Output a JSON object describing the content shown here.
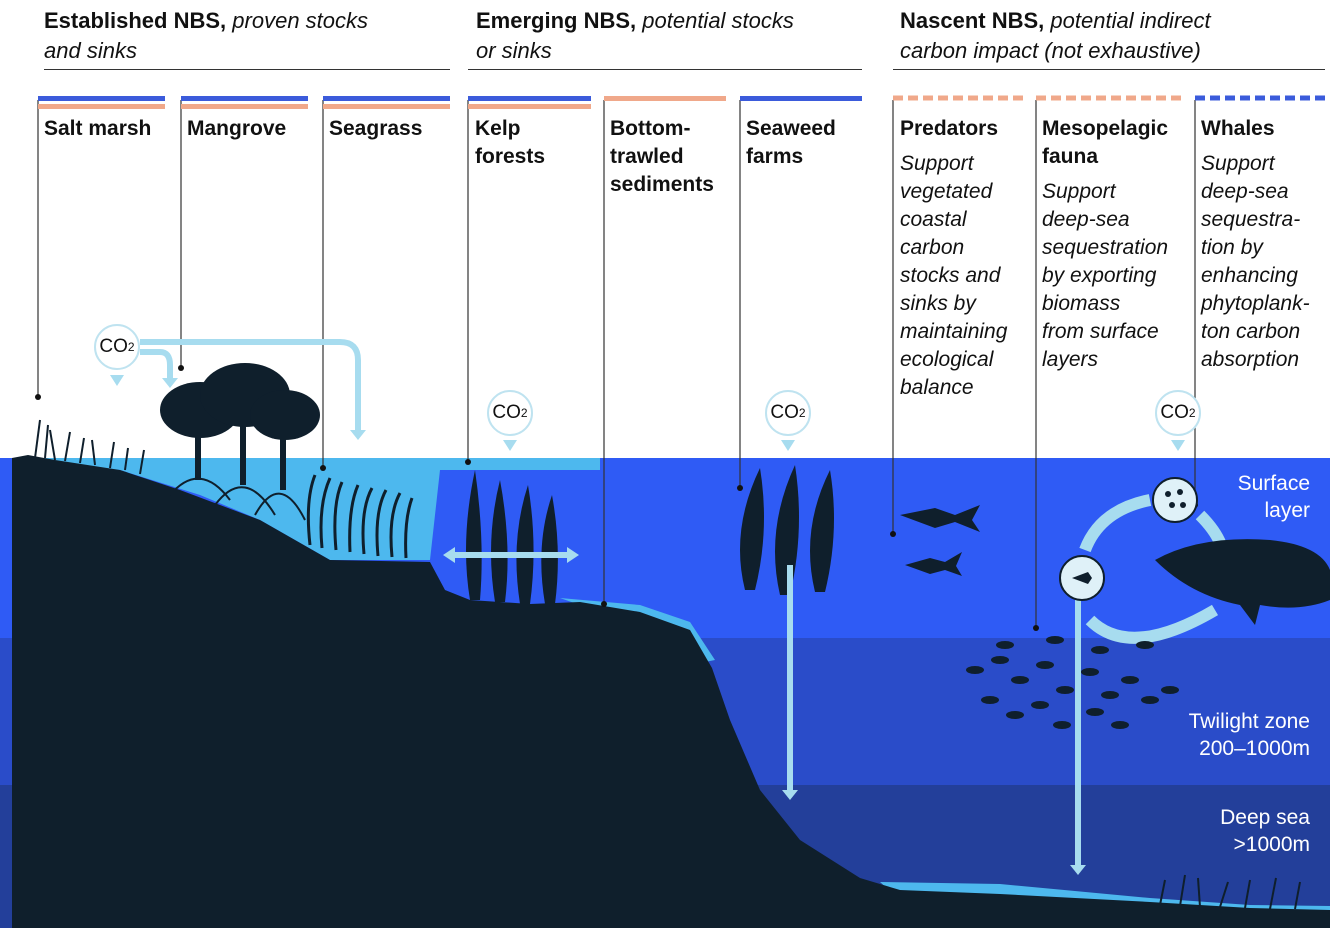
{
  "groups": [
    {
      "bold": "Established NBS,",
      "italic": "proven stocks",
      "italic2": "and sinks"
    },
    {
      "bold": "Emerging NBS,",
      "italic": "potential stocks",
      "italic2": "or sinks"
    },
    {
      "bold": "Nascent NBS,",
      "italic": "potential indirect",
      "italic2": "carbon impact (not exhaustive)"
    }
  ],
  "columns": [
    {
      "title": [
        "Salt marsh"
      ]
    },
    {
      "title": [
        "Mangrove"
      ]
    },
    {
      "title": [
        "Seagrass"
      ]
    },
    {
      "title": [
        "Kelp",
        "forests"
      ]
    },
    {
      "title": [
        "Bottom-",
        "trawled",
        "sediments"
      ]
    },
    {
      "title": [
        "Seaweed",
        "farms"
      ]
    },
    {
      "title": [
        "Predators"
      ],
      "desc": [
        "Support",
        "vegetated",
        "coastal",
        "carbon",
        "stocks and",
        "sinks by",
        "maintaining",
        "ecological",
        "balance"
      ]
    },
    {
      "title": [
        "Mesopelagic",
        "fauna"
      ],
      "desc": [
        "Support",
        "deep-sea",
        "sequestration",
        "by exporting",
        "biomass",
        "from surface",
        "layers"
      ]
    },
    {
      "title": [
        "Whales"
      ],
      "desc": [
        "Support",
        "deep-sea",
        "sequestra-",
        "tion by",
        "enhancing",
        "phytoplank-",
        "ton carbon",
        "absorption"
      ]
    }
  ],
  "zones": [
    {
      "line1": "Surface",
      "line2": "layer"
    },
    {
      "line1": "Twilight zone",
      "line2": "200–1000m"
    },
    {
      "line1": "Deep sea",
      "line2": ">1000m"
    }
  ],
  "co2": {
    "main": "CO",
    "sub": "2"
  },
  "colors": {
    "blue_bar": "#3b5bdb",
    "salmon_bar": "#f0a88a",
    "surface": "#2f5bf5",
    "twilight": "#2a4cc9",
    "deep": "#233f9a",
    "land": "#0f1f2c",
    "shallow": "#4db8ee",
    "arrow": "#a7dcef"
  },
  "icons": [
    "co2-bubble-icon",
    "fish-school-icon",
    "whale-icon",
    "predator-fish-icon",
    "plankton-icon",
    "cycle-arrow-icon"
  ]
}
